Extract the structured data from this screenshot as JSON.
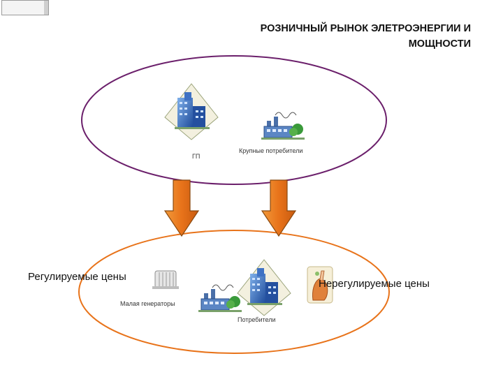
{
  "title": "РОЗНИЧНЫЙ РЫНОК ЭЛЕТРОЭНЕРГИИ И МОЩНОСТИ",
  "top_group": {
    "supplier_label": "ГП",
    "consumer_label": "Крупные потребители"
  },
  "bottom_group": {
    "regulated_label": "Регулируемые цены",
    "generators_label": "Малая генераторы",
    "consumers_label": "Потребители",
    "unregulated_label": "Нерегулируемые цены"
  },
  "colors": {
    "top_ellipse": "#6b1f6b",
    "bottom_ellipse": "#e8731a",
    "arrow_fill": "#e8731a",
    "arrow_stroke": "#8a4a10",
    "building_blue": "#2f5fb0",
    "factory_green": "#3a9a3a"
  },
  "icons": [
    "office-building-icon",
    "factory-icon",
    "generator-icon",
    "hand-icon",
    "down-arrow-icon"
  ]
}
